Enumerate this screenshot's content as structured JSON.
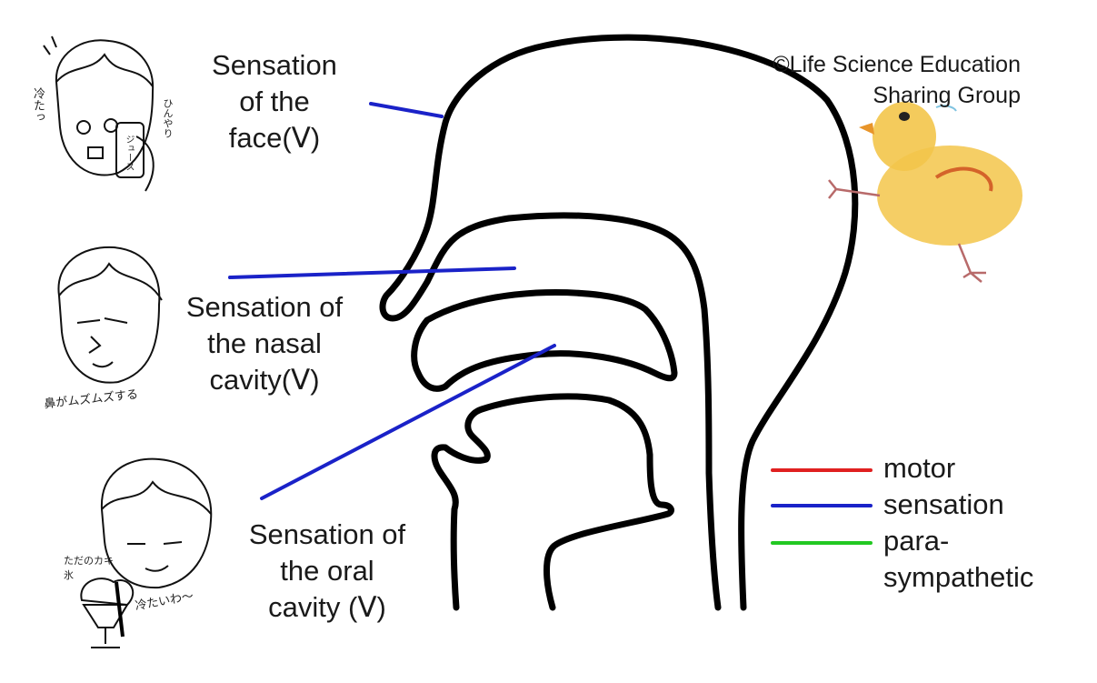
{
  "credit": "©Life Science Education\nSharing Group",
  "labels": {
    "face": "Sensation\nof the\nface(Ⅴ)",
    "nasal": "Sensation of\nthe nasal\ncavity(Ⅴ)",
    "oral": "Sensation of\nthe oral\ncavity (Ⅴ)"
  },
  "legend": [
    {
      "label": "motor",
      "color": "#e02020"
    },
    {
      "label": "sensation",
      "color": "#1a22c8"
    },
    {
      "label": "para-\nsympathetic",
      "color": "#22c822"
    }
  ],
  "illustration_text": {
    "face_cold": "冷たっ",
    "face_hinyari": "ひんやり",
    "can_juice": "ジュース",
    "nose_itch": "鼻がムズムズする",
    "kakigori": "ただのカキ氷",
    "cold_oral": "冷たいわ〜"
  },
  "colors": {
    "sensation_line": "#1a22c8",
    "outline": "#000000",
    "chick": "#f3c54a"
  }
}
